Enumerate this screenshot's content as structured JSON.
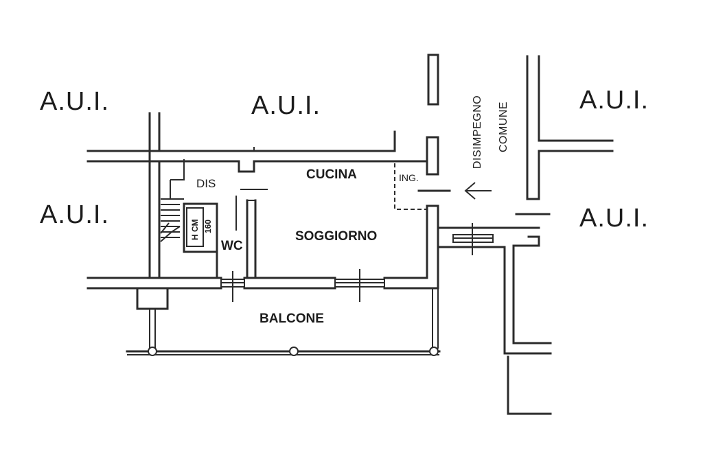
{
  "labels": {
    "aui": "A.U.I.",
    "cucina": "CUCINA",
    "soggiorno": "SOGGIORNO",
    "dis": "DIS",
    "wc": "WC",
    "ing": "ING.",
    "balcone": "BALCONE",
    "disimpegno": "DISIMPEGNO",
    "comune": "COMUNE",
    "h_cm": "H CM",
    "h_value": "160"
  },
  "colors": {
    "line": "#2b2b2b",
    "text": "#1c1c1c",
    "background": "#ffffff"
  },
  "icons": {
    "entrance_arrow": "left-arrow-icon"
  }
}
